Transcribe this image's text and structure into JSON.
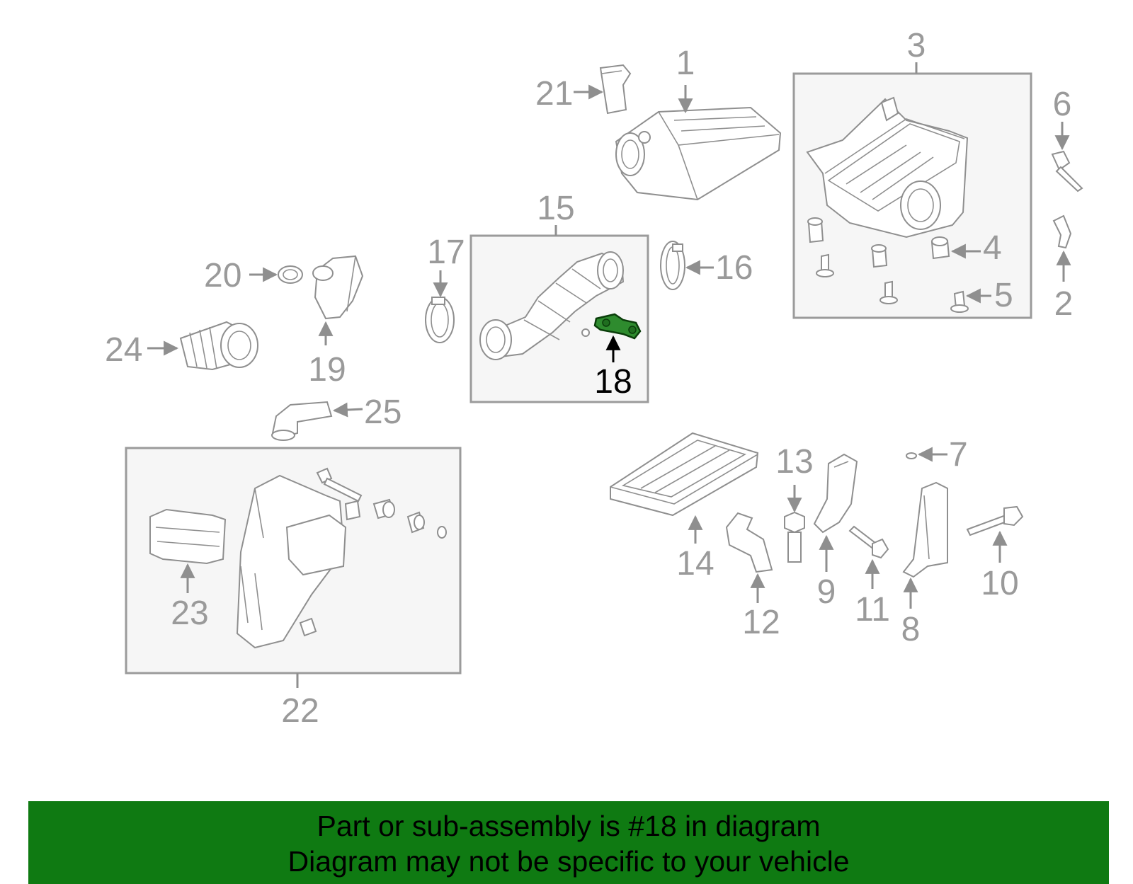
{
  "diagram": {
    "callouts": {
      "c1": "1",
      "c2": "2",
      "c3": "3",
      "c4": "4",
      "c5": "5",
      "c6": "6",
      "c7": "7",
      "c8": "8",
      "c9": "9",
      "c10": "10",
      "c11": "11",
      "c12": "12",
      "c13": "13",
      "c14": "14",
      "c15": "15",
      "c16": "16",
      "c17": "17",
      "c18": "18",
      "c19": "19",
      "c20": "20",
      "c21": "21",
      "c22": "22",
      "c23": "23",
      "c24": "24",
      "c25": "25"
    },
    "highlighted_part": "18",
    "colors": {
      "highlight": "#2e8b2e",
      "banner": "#0f7a12",
      "line": "#8f8f8f"
    }
  },
  "banner": {
    "line1": "Part or sub-assembly is #18 in diagram",
    "line2": "Diagram may not be specific to your vehicle"
  }
}
